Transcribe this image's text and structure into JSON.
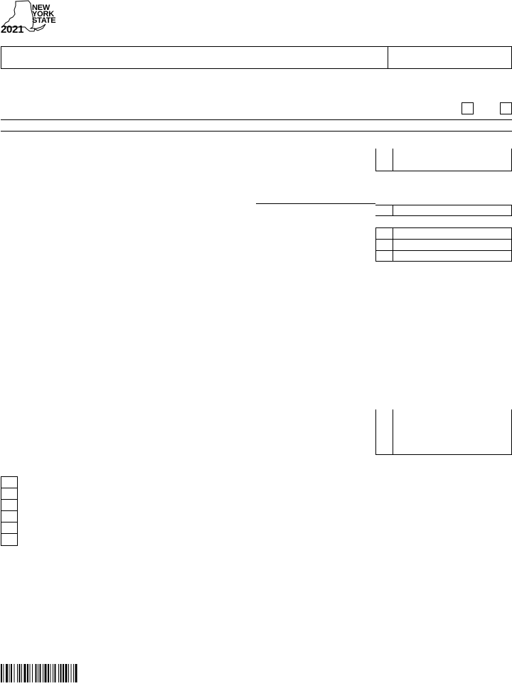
{
  "header": {
    "state_name_line1": "NEW",
    "state_name_line2": "YORK",
    "state_name_line3": "STATE",
    "tax_year": "2021"
  },
  "icons": {
    "state_outline": "new-york-state-outline-icon",
    "barcode": "barcode-icon"
  }
}
